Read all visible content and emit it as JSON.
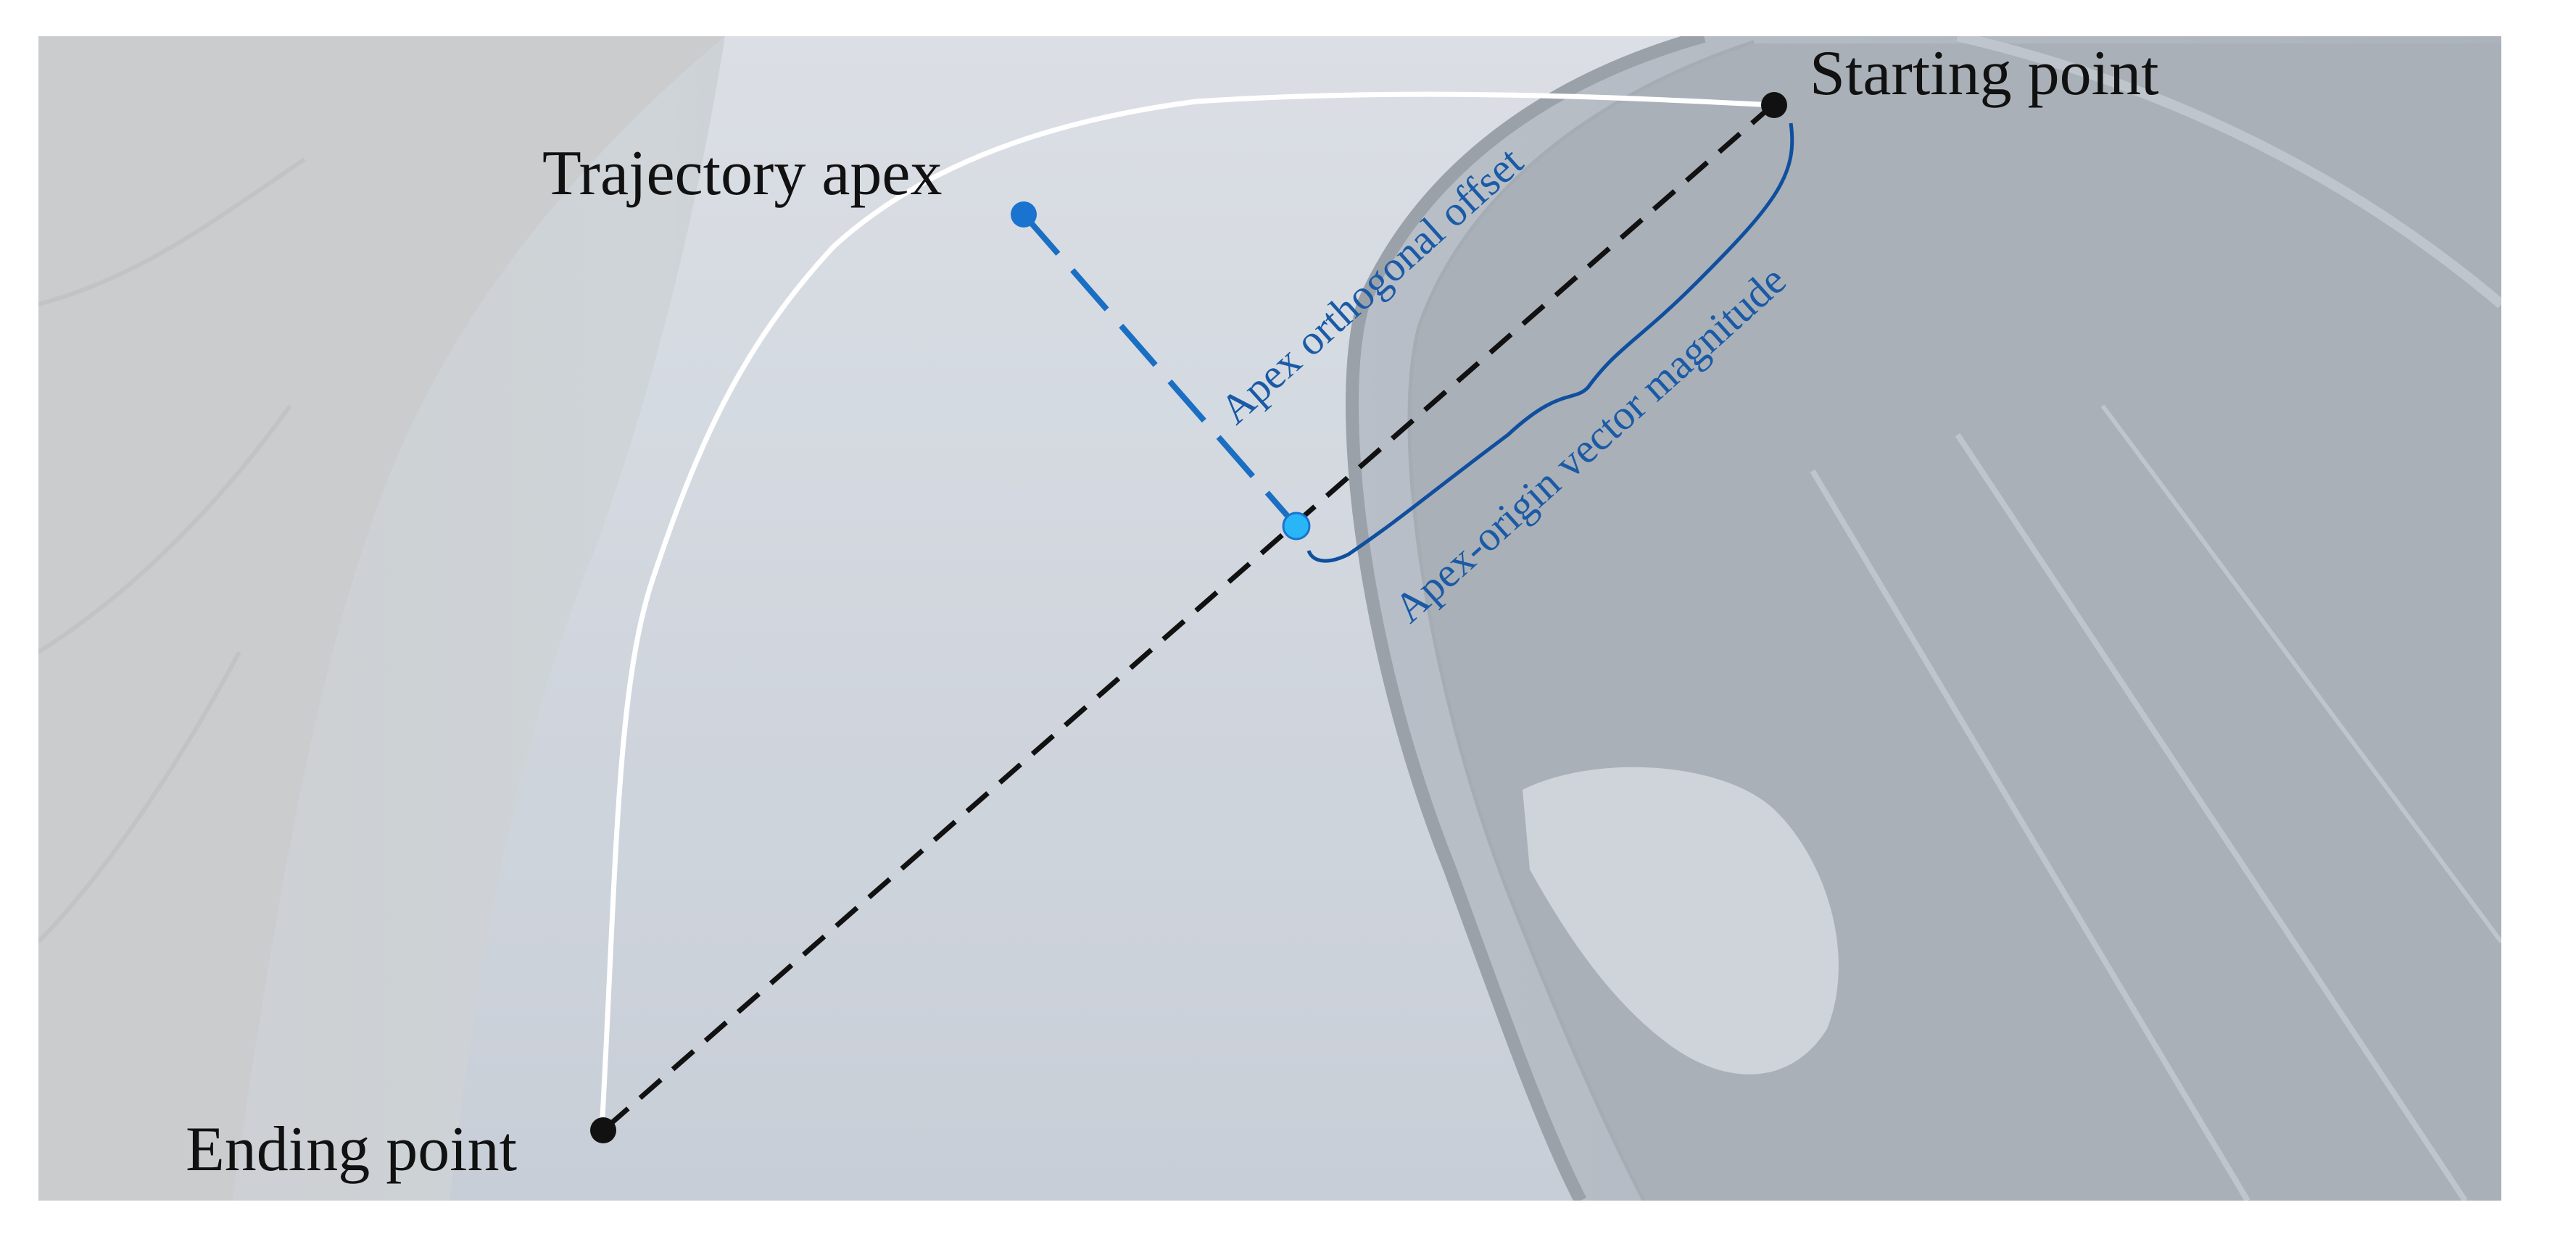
{
  "labels": {
    "starting_point": "Starting point",
    "ending_point": "Ending point",
    "trajectory_apex": "Trajectory apex",
    "apex_orthogonal_offset": "Apex orthogonal offset",
    "apex_origin_vector_magnitude": "Apex-origin vector magnitude"
  },
  "colors": {
    "trajectory": "#ffffff",
    "chord": "#111111",
    "offset": "#1a6fc2",
    "brace": "#0f4f9e",
    "apex_dot": "#1a73cf",
    "foot_dot": "#29b6f6",
    "label_dark": "#111111",
    "label_blue": "#1a5aa6"
  }
}
